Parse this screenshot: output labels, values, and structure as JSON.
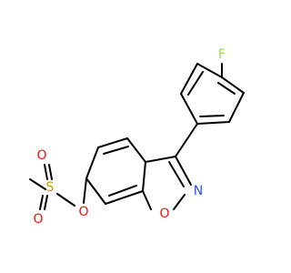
{
  "molecule": {
    "atoms": {
      "F": {
        "symbol": "F",
        "color": "#90e050"
      },
      "N": {
        "symbol": "N",
        "color": "#3050f8"
      },
      "O1": {
        "symbol": "O",
        "color": "#ff0d0d"
      },
      "O2": {
        "symbol": "O",
        "color": "#ff0d0d"
      },
      "O3": {
        "symbol": "O",
        "color": "#ff0d0d"
      },
      "O4": {
        "symbol": "O",
        "color": "#ff0d0d"
      },
      "S": {
        "symbol": "S",
        "color": "#c8a000"
      }
    }
  }
}
